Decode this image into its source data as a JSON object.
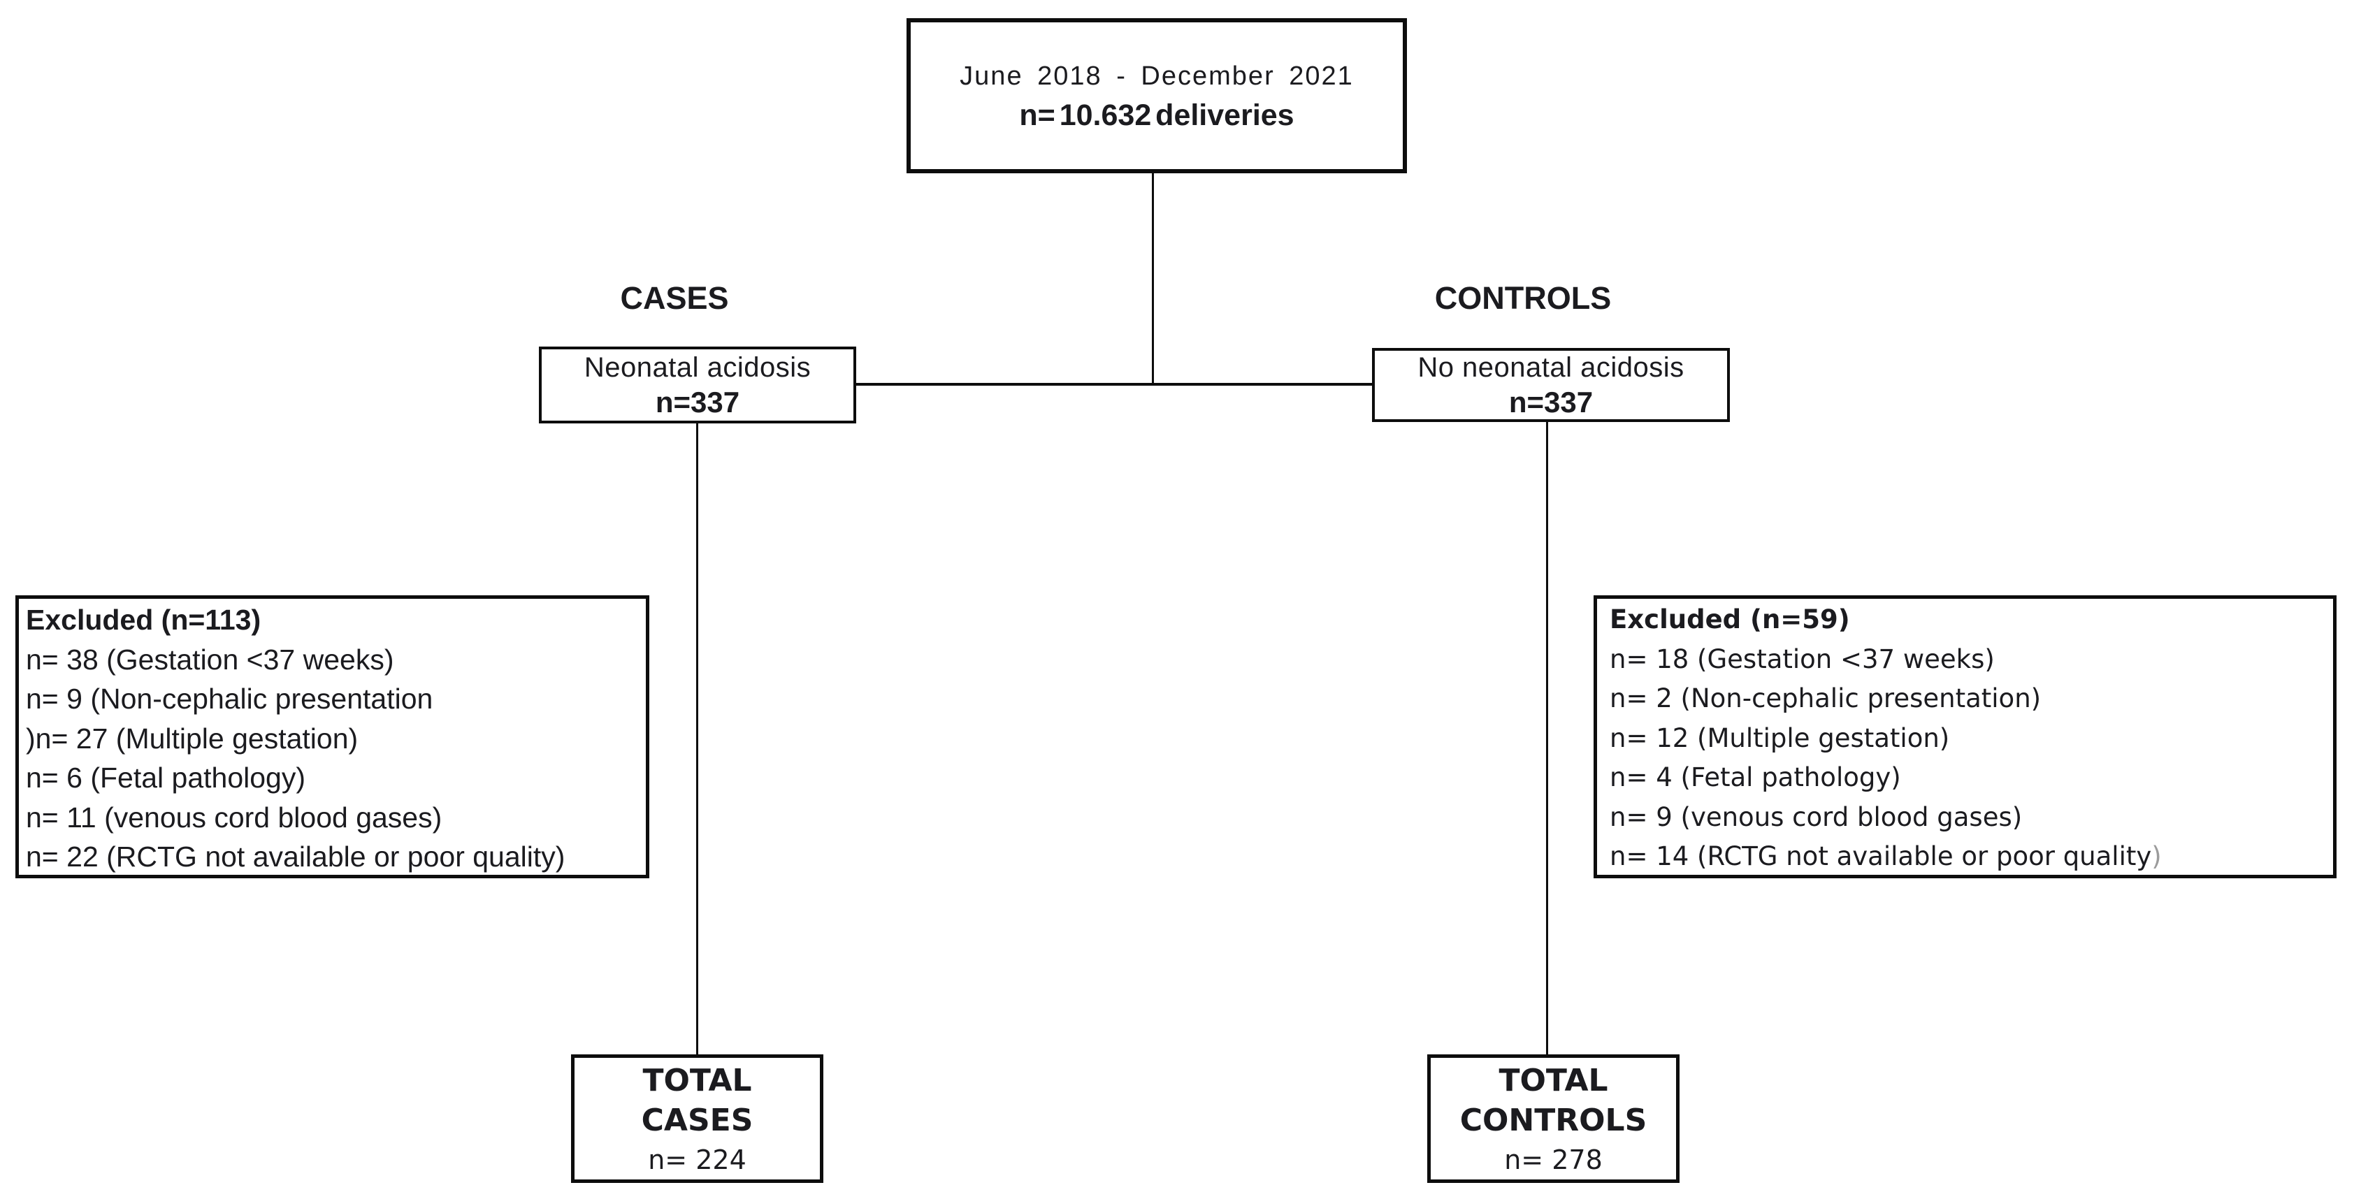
{
  "diagram": {
    "top_box": {
      "line1": "June 2018 - December 2021",
      "line2": "n= 10.632 deliveries"
    },
    "cases": {
      "heading": "CASES",
      "box": {
        "line1": "Neonatal acidosis",
        "line2": "n=337"
      },
      "excluded": {
        "title": "Excluded (n=113)",
        "items": [
          "n= 38 (Gestation <37 weeks)",
          "n= 9 (Non-cephalic presentation",
          ")n= 27 (Multiple gestation)",
          "n= 6 (Fetal pathology)",
          "n= 11 (venous cord blood gases)",
          "n= 22 (RCTG not available or poor quality)"
        ]
      },
      "total": {
        "line1": "TOTAL",
        "line2": "CASES",
        "line3": "n= 224"
      }
    },
    "controls": {
      "heading": "CONTROLS",
      "box": {
        "line1": "No neonatal acidosis",
        "line2": "n=337"
      },
      "excluded": {
        "title": "Excluded (n=59)",
        "items": [
          "n= 18 (Gestation <37 weeks)",
          "n= 2 (Non-cephalic presentation)",
          "n= 12 (Multiple gestation)",
          "n= 4 (Fetal pathology)",
          "n= 9 (venous cord blood gases)",
          "n= 14 (RCTG not available or poor quality"
        ],
        "last_item_suffix": ")"
      },
      "total": {
        "line1": "TOTAL",
        "line2": "CONTROLS",
        "line3": "n= 278"
      }
    },
    "colors": {
      "text": "#1b1b1f",
      "border": "#0d0d0d",
      "muted_paren": "#9b9b9b"
    }
  }
}
